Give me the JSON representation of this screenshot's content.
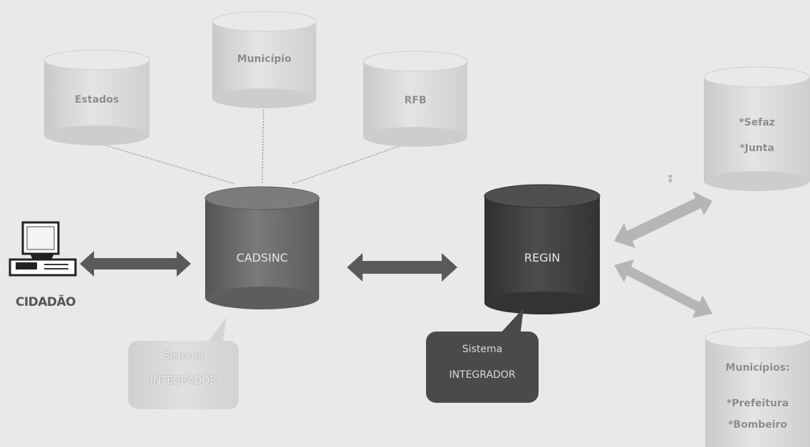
{
  "nodes": {
    "estados": {
      "label": "Estados"
    },
    "municipio": {
      "label": "Município"
    },
    "rfb": {
      "label": "RFB"
    },
    "cadsinc": {
      "label": "CADSINC"
    },
    "regin": {
      "label": "REGIN"
    },
    "sefaz_junta": {
      "line1": "*Sefaz",
      "line2": "*Junta"
    },
    "municipios": {
      "title": "Municípios:",
      "line1": "*Prefeitura",
      "line2": "*Bombeiro"
    },
    "cidadao": {
      "label": "CIDADÃO"
    }
  },
  "callouts": {
    "cadsinc_integrador": {
      "line1": "Sistema",
      "line2": "INTEGRADOR"
    },
    "regin_integrador": {
      "line1": "Sistema",
      "line2": "INTEGRADOR"
    }
  },
  "colors": {
    "background": "#e9e9e9",
    "light_cylinder": "#d8d8d8",
    "cadsinc": "#6a6a6a",
    "regin": "#3f3f3f",
    "arrow_dark": "#5a5a5a",
    "arrow_light": "#b8b8b8"
  }
}
